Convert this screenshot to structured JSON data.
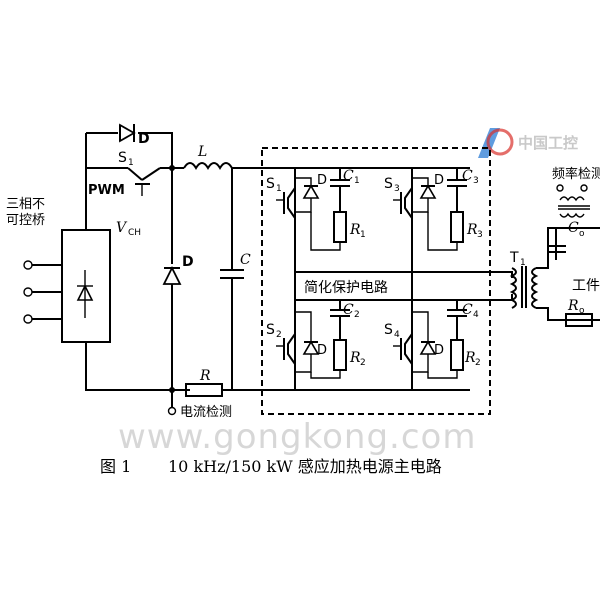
{
  "diagram": {
    "caption_fig": "图 1",
    "caption_title": "10 kHz/150 kW 感应加热电源主电路",
    "labels": {
      "rectifier": [
        "三相不",
        "可控桥"
      ],
      "pwm": "PWM",
      "s1": "S",
      "s1_sub": "1",
      "d_top": "D",
      "vch": "V",
      "vch_sub": "CH",
      "inductor": "L",
      "d_mid": "D",
      "cap_c": "C",
      "resistor_r": "R",
      "current_detect": "电流检测",
      "protection": "简化保护电路",
      "sw1": "S",
      "sw1_sub": "1",
      "sw2": "S",
      "sw2_sub": "2",
      "sw3": "S",
      "sw3_sub": "3",
      "sw4": "S",
      "sw4_sub": "4",
      "d_sw": "D",
      "c1": "C",
      "c1_sub": "1",
      "c2": "C",
      "c2_sub": "2",
      "c3": "C",
      "c3_sub": "3",
      "c4": "C",
      "c4_sub": "4",
      "r1": "R",
      "r1_sub": "1",
      "r2": "R",
      "r2_sub": "2",
      "r3": "R",
      "r3_sub": "3",
      "r4": "R",
      "r4_sub": "2",
      "t1": "T",
      "t1_sub": "1",
      "co": "C",
      "co_sub": "o",
      "ro": "R",
      "ro_sub": "o",
      "freq_detect": "频率检测",
      "work": "工件"
    }
  },
  "watermark": {
    "logo_text": "中国工控",
    "site": "www.gongkong.com"
  },
  "colors": {
    "line": "#000000",
    "watermark": "#d7d7d7",
    "logo_blue": "#2a7bd4",
    "logo_red": "#d8312b"
  }
}
